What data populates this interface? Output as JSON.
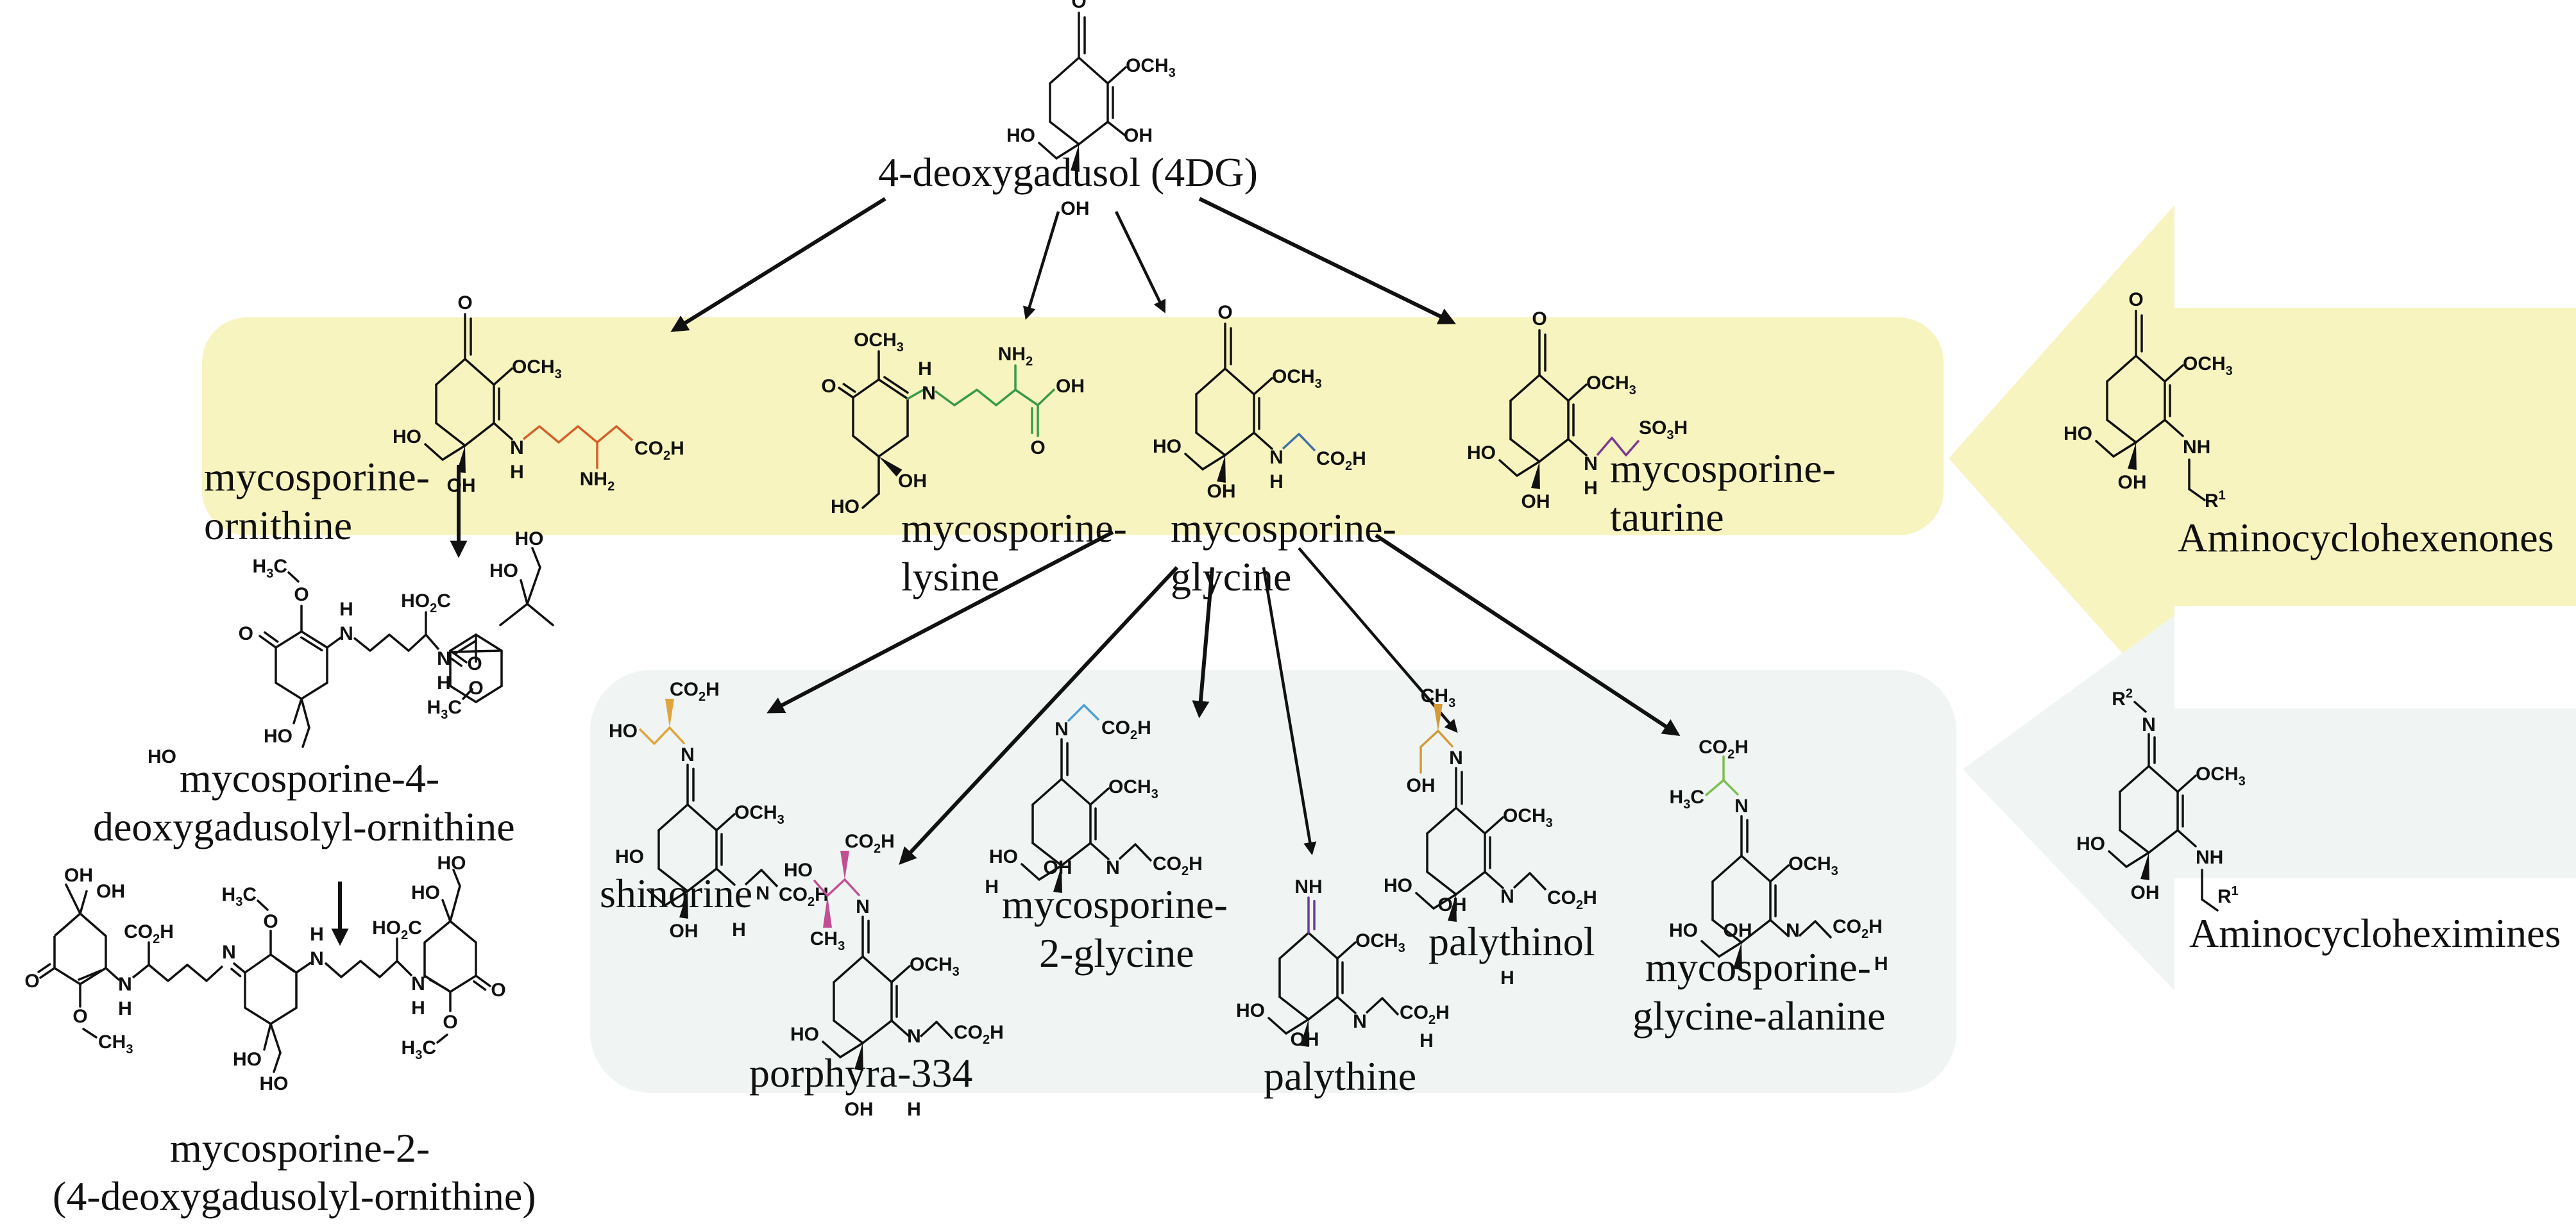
{
  "colors": {
    "yellow_band": "#f7f4c0",
    "grey_band": "#f0f4f3",
    "ornithine": "#d2622d",
    "lysine": "#3a9a4a",
    "glycine": "#3f6fa8",
    "taurine": "#7b3a8f",
    "shinorine": "#e0a43c",
    "porphyra": "#c24f93",
    "glycine2": "#4ea0cf",
    "palythine": "#6a3d96",
    "palythinol": "#d39a3a",
    "alanine": "#7cbf50",
    "r_group": "#e02a2a"
  },
  "precursor": {
    "name": "4-deoxygadusol (4DG)",
    "atoms": {
      "o": "O",
      "och3": "OCH",
      "och3_sub": "3",
      "ho": "HO",
      "oh": "OH",
      "oh2": "OH"
    }
  },
  "aminocyclohexenones": {
    "label": "Aminocyclohexenones",
    "compounds": [
      {
        "name_line1": "mycosporine-",
        "name_line2": "ornithine",
        "sidechain": [
          "N",
          "H",
          "NH",
          "2",
          "CO",
          "2",
          "H"
        ]
      },
      {
        "name_line1": "mycosporine-",
        "name_line2": "lysine",
        "sidechain": [
          "H",
          "N",
          "NH",
          "2",
          "OH",
          "O"
        ]
      },
      {
        "name_line1": "mycosporine-",
        "name_line2": "glycine",
        "sidechain": [
          "N",
          "H",
          "CO",
          "2",
          "H"
        ]
      },
      {
        "name_line1": "mycosporine-",
        "name_line2": "taurine",
        "sidechain": [
          "N",
          "H",
          "SO",
          "3",
          "H"
        ]
      }
    ],
    "generic": {
      "o": "O",
      "och3": "OCH",
      "sub3": "3",
      "ho": "HO",
      "oh": "OH",
      "nh": "NH",
      "r": "R",
      "r_sup": "1"
    }
  },
  "aminocycloheximines": {
    "label": "Aminocycloheximines",
    "compounds": [
      {
        "name": "shinorine",
        "sidechain": [
          "CO",
          "2",
          "H",
          "HO",
          "N"
        ]
      },
      {
        "name": "porphyra-334",
        "sidechain": [
          "CO",
          "2",
          "H",
          "HO",
          "N",
          "CH",
          "3"
        ]
      },
      {
        "name_line1": "mycosporine-",
        "name_line2": "2-glycine",
        "sidechain": [
          "N",
          "CO",
          "2",
          "H"
        ]
      },
      {
        "name": "palythine",
        "sidechain": [
          "NH"
        ]
      },
      {
        "name": "palythinol",
        "sidechain": [
          "CH",
          "3",
          "OH",
          "N"
        ]
      },
      {
        "name_line1": "mycosporine-",
        "name_line2": "glycine-alanine",
        "sidechain": [
          "CO",
          "2",
          "H",
          "H",
          "3",
          "C",
          "N"
        ]
      }
    ],
    "generic": {
      "r2": "R",
      "r2_sup": "2",
      "n": "N",
      "och3": "OCH",
      "sub3": "3",
      "ho": "HO",
      "oh": "OH",
      "nh": "NH",
      "r1": "R",
      "r1_sup": "1"
    }
  },
  "ornithine_derivatives": [
    {
      "name_line1": "mycosporine-4-",
      "name_line2": "deoxygadusolyl-ornithine"
    },
    {
      "name_line1": "mycosporine-2-",
      "name_line2": "(4-deoxygadusolyl-ornithine)"
    }
  ],
  "common_atoms": {
    "o": "O",
    "och3": "OCH",
    "sub3": "3",
    "ho": "HO",
    "oh": "OH",
    "n": "N",
    "h": "H",
    "co2h": "CO",
    "sub2": "2",
    "hcap": "H",
    "ho2c": "HO",
    "c": "C",
    "h3c": "H",
    "ch3": "CH"
  }
}
